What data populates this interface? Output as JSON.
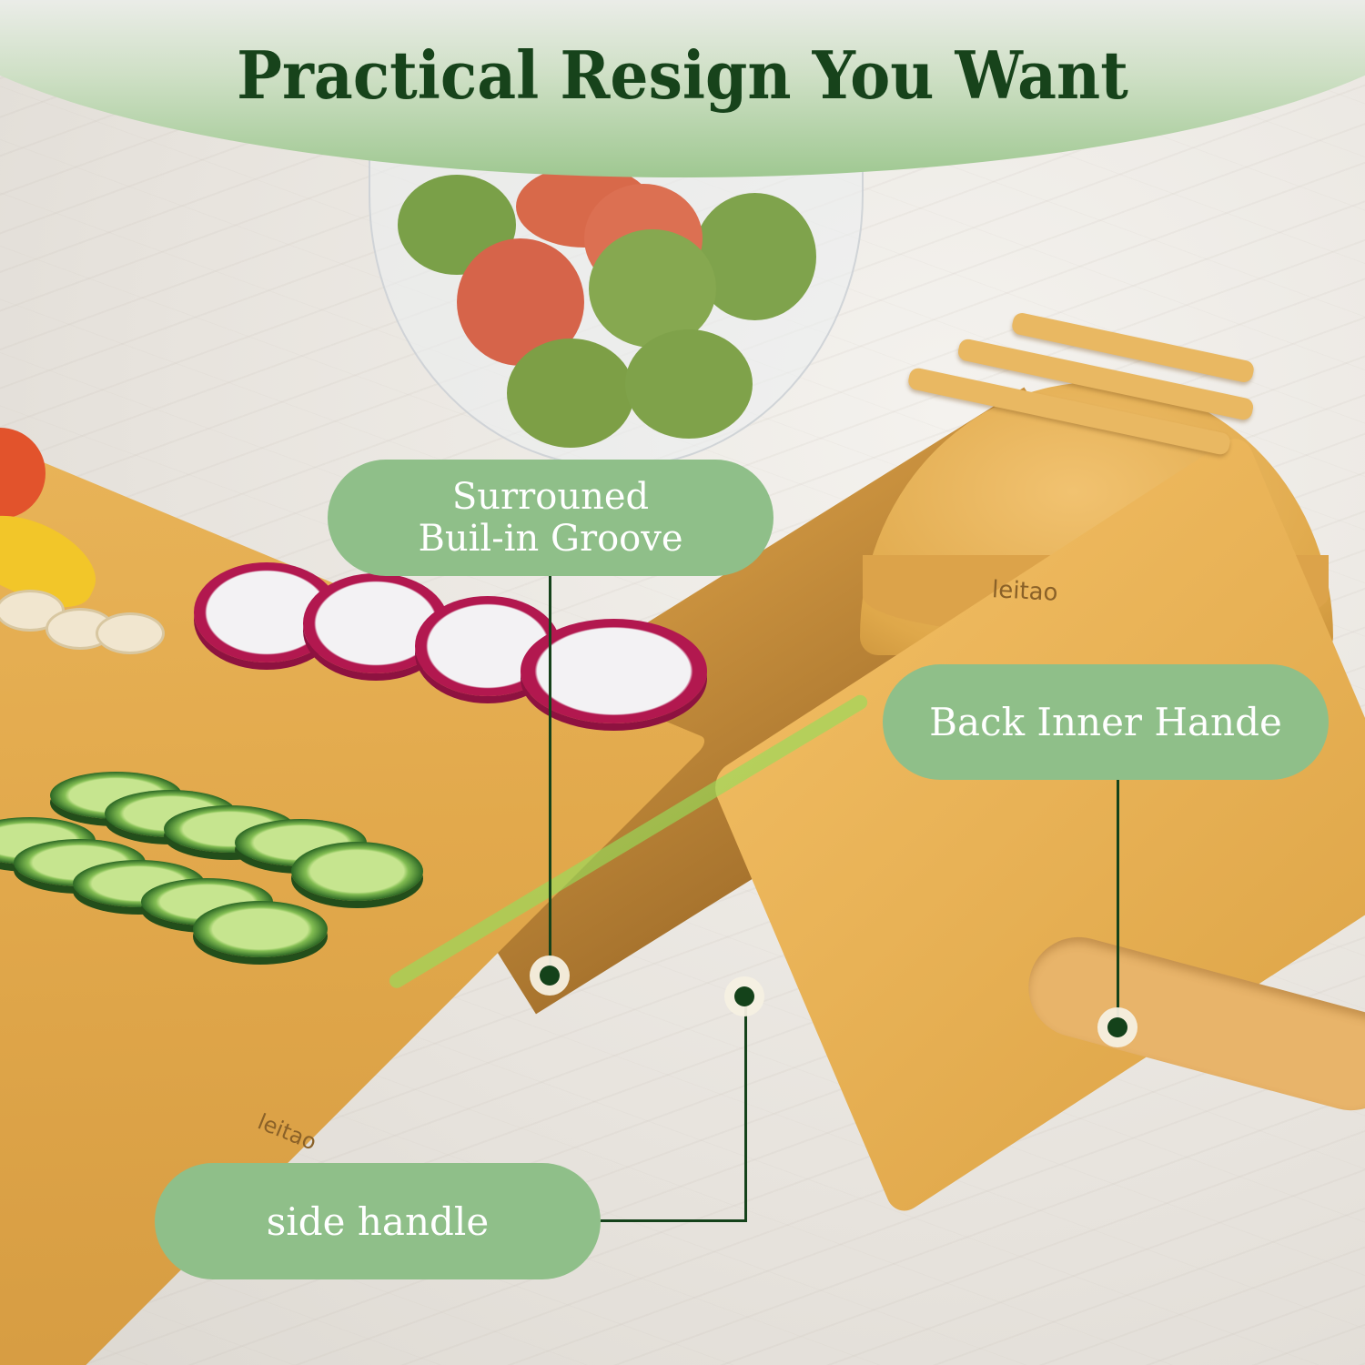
{
  "header": {
    "title": "Practical Resign You Want"
  },
  "callouts": [
    {
      "id": "groove",
      "lines": [
        "Surrouned",
        "Buil-in Groove"
      ]
    },
    {
      "id": "back-handle",
      "label": "Back Inner Hande"
    },
    {
      "id": "side-handle",
      "label": "side handle"
    }
  ],
  "brand": {
    "holder_logo": "leitao",
    "board_logo": "leitao"
  },
  "colors": {
    "title_text": "#17431b",
    "pill_bg": "#8fbf89",
    "pill_text": "#ffffff",
    "leader_line": "#14421a",
    "marker_ring": "#f5f0e1",
    "bamboo": "#e2a94c",
    "groove_highlight": "#96dc5a"
  }
}
